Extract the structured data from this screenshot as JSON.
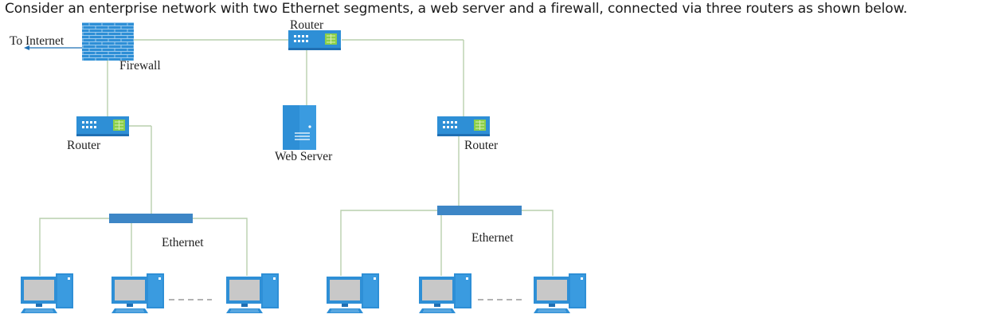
{
  "question": "Consider an enterprise network with two Ethernet segments, a web server and a firewall, connected via three routers as shown below.",
  "labels": {
    "to_internet": "To Internet",
    "firewall": "Firewall",
    "router_top": "Router",
    "router_left": "Router",
    "router_right": "Router",
    "web_server": "Web Server",
    "ethernet_left": "Ethernet",
    "ethernet_right": "Ethernet"
  },
  "colors": {
    "device_blue": "#2e8fd6",
    "device_dark": "#1f6fb3",
    "link_line": "#b9cfae",
    "ethernet_bar": "#3d86c6",
    "router_port": "#8ccf4a",
    "screen_gray": "#c8c8c8"
  }
}
